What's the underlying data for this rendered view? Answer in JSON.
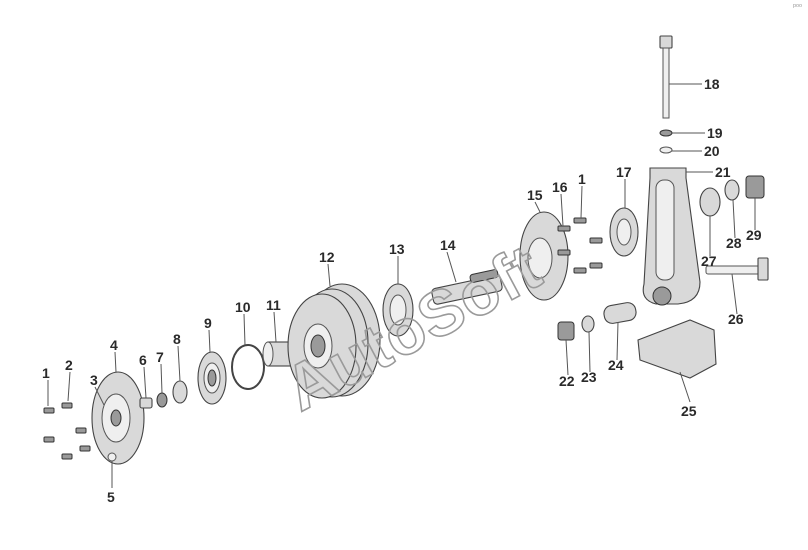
{
  "watermark": "AutoSoft",
  "corner_mark": "ᵖᵒᵒ",
  "callouts": [
    "1",
    "2",
    "3",
    "4",
    "5",
    "6",
    "7",
    "8",
    "9",
    "10",
    "11",
    "12",
    "13",
    "14",
    "15",
    "16",
    "1",
    "17",
    "18",
    "19",
    "20",
    "21",
    "22",
    "23",
    "24",
    "25",
    "26",
    "27",
    "28",
    "29"
  ]
}
